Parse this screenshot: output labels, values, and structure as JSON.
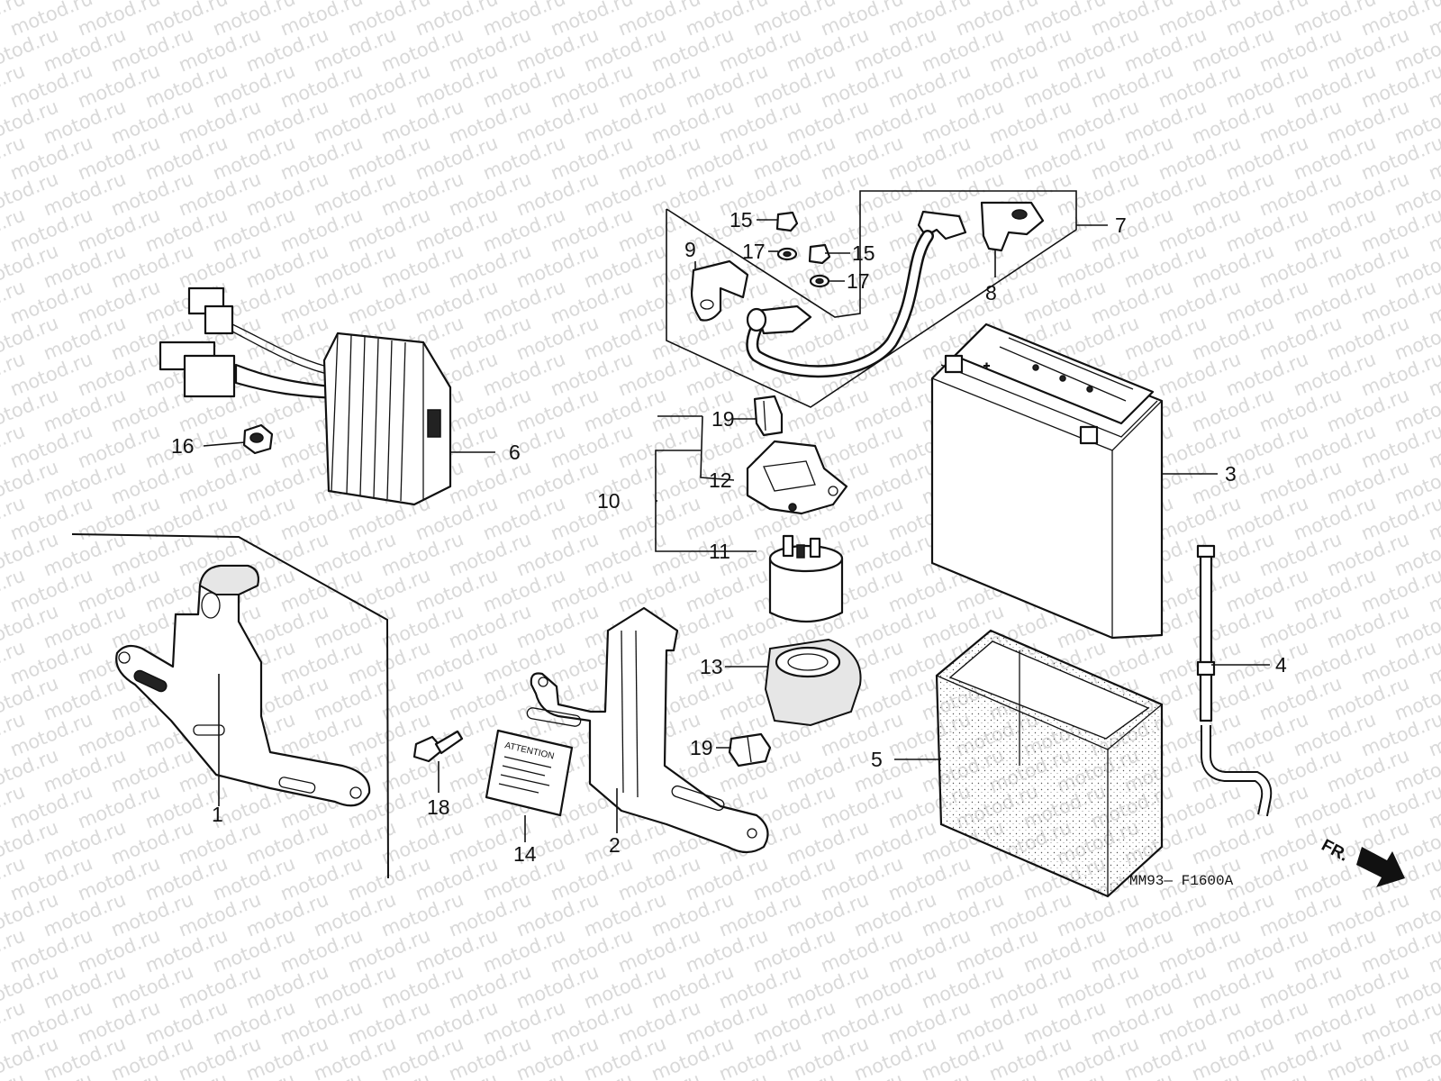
{
  "watermark": "motod.ru",
  "drawing_code": "MM93— F1600A",
  "direction_label": "FR.",
  "attention_label": "ATTENTION",
  "callouts": [
    {
      "key": "c1",
      "label": "1"
    },
    {
      "key": "c2",
      "label": "2"
    },
    {
      "key": "c3",
      "label": "3"
    },
    {
      "key": "c4",
      "label": "4"
    },
    {
      "key": "c5",
      "label": "5"
    },
    {
      "key": "c6",
      "label": "6"
    },
    {
      "key": "c7",
      "label": "7"
    },
    {
      "key": "c8",
      "label": "8"
    },
    {
      "key": "c9",
      "label": "9"
    },
    {
      "key": "c10",
      "label": "10"
    },
    {
      "key": "c11",
      "label": "11"
    },
    {
      "key": "c12",
      "label": "12"
    },
    {
      "key": "c13",
      "label": "13"
    },
    {
      "key": "c14",
      "label": "14"
    },
    {
      "key": "c15a",
      "label": "15"
    },
    {
      "key": "c15b",
      "label": "15"
    },
    {
      "key": "c16",
      "label": "16"
    },
    {
      "key": "c17a",
      "label": "17"
    },
    {
      "key": "c17b",
      "label": "17"
    },
    {
      "key": "c18",
      "label": "18"
    },
    {
      "key": "c19a",
      "label": "19"
    },
    {
      "key": "c19b",
      "label": "19"
    }
  ]
}
